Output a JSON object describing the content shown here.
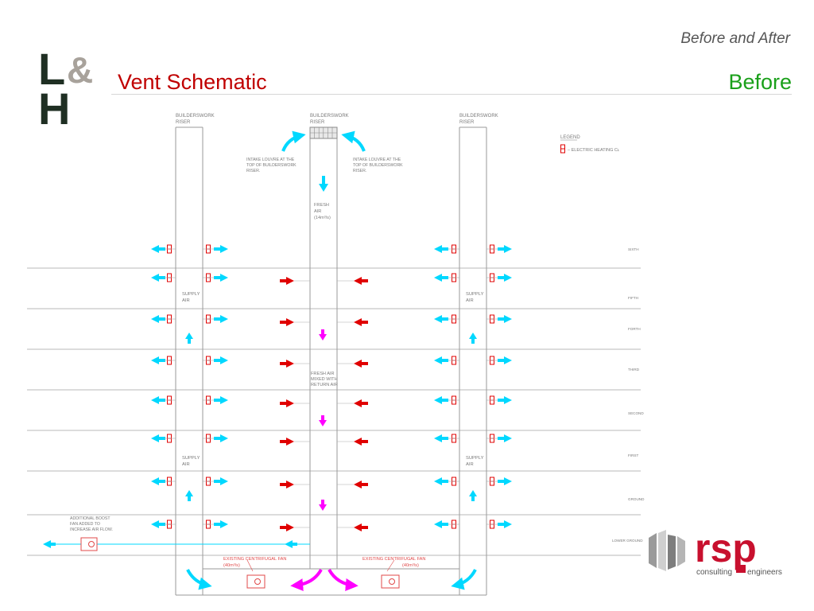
{
  "header": {
    "subtitle": "Before and After",
    "title": "Vent Schematic",
    "state": "Before"
  },
  "logo": {
    "letter_l": "L",
    "ampersand": "&",
    "letter_h": "H"
  },
  "brand": {
    "name": "rsp",
    "tagline_left": "consulting",
    "tagline_right": "engineers"
  },
  "colors": {
    "title": "#c00000",
    "before": "#1aa01a",
    "supply_arrow": "#00d8ff",
    "return_arrow": "#e00000",
    "mixed_arrow": "#ff00ff",
    "heater": "#e00000",
    "line": "#aaaaaa",
    "logo_dark": "#1f2f23",
    "logo_amp": "#a8a29b",
    "rsp_red": "#c8102e"
  },
  "diagram": {
    "risers": [
      {
        "line1": "BUILDERSWORK",
        "line2": "RISER"
      },
      {
        "line1": "BUILDERSWORK",
        "line2": "RISER"
      },
      {
        "line1": "BUILDERSWORK",
        "line2": "RISER"
      }
    ],
    "intake_left": [
      "INTAKE LOUVRE AT THE",
      "TOP OF BUILDERSWORK",
      "RISER."
    ],
    "intake_right": [
      "INTAKE LOUVRE AT THE",
      "TOP OF BUILDERSWORK",
      "RISER."
    ],
    "fresh_air": [
      "FRESH",
      "AIR",
      "(14m³/s)"
    ],
    "mixed_air": [
      "FRESH AIR",
      "MIXED WITH",
      "RETURN AIR"
    ],
    "legend_title": "LEGEND",
    "legend_item": "– ELECTRIC HEATING Cʟ",
    "supply_air": [
      "SUPPLY",
      "AIR"
    ],
    "boost_fan": [
      "ADDITIONAL BOOST",
      "FAN ADDED TO",
      "INCREASE AIR FLOW."
    ],
    "fan_left": [
      "EXISTING CENTRIFUGAL FAN",
      "(40m³/s)"
    ],
    "fan_right": [
      "EXISTING CENTRIFUGAL FAN",
      "(40m³/s)"
    ],
    "floors": [
      "SIXTH",
      "FIFTH",
      "FORTH",
      "THIRD",
      "SECOND",
      "FIRST",
      "GROUND",
      "LOWER GROUND"
    ]
  }
}
